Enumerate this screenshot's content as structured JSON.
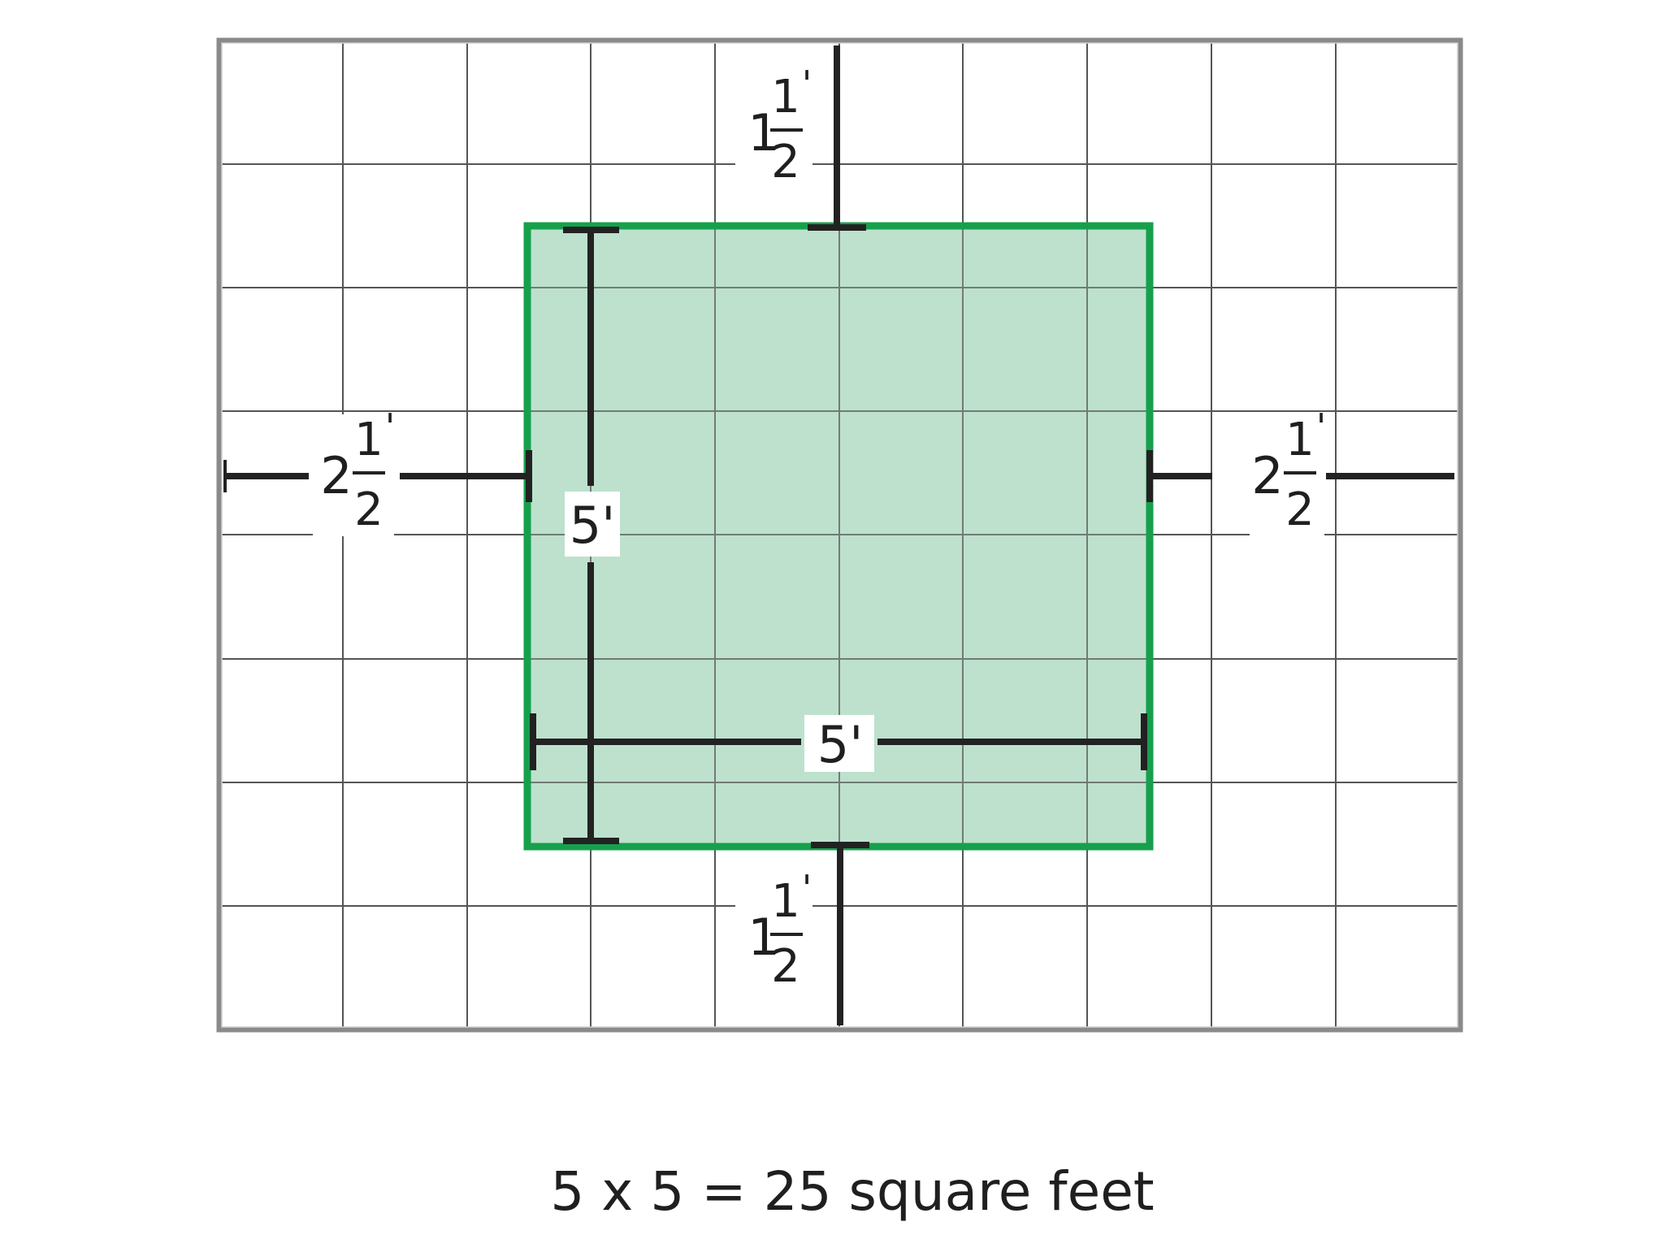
{
  "diagram": {
    "grid": {
      "columns": 10,
      "rows": 8,
      "line_color": "#555555",
      "border_color": "#8a8a8a"
    },
    "square": {
      "fill": "#b9dfca",
      "stroke": "#16a04c"
    },
    "dimension_line_color": "#222222",
    "labels": {
      "top": {
        "whole": "1",
        "numerator": "1",
        "denominator": "2",
        "prime": "'"
      },
      "bottom": {
        "whole": "1",
        "numerator": "1",
        "denominator": "2",
        "prime": "'"
      },
      "left": {
        "whole": "2",
        "numerator": "1",
        "denominator": "2",
        "prime": "'"
      },
      "right": {
        "whole": "2",
        "numerator": "1",
        "denominator": "2",
        "prime": "'"
      },
      "height": "5'",
      "width": "5'"
    }
  },
  "caption": "5 x 5 = 25 square feet"
}
